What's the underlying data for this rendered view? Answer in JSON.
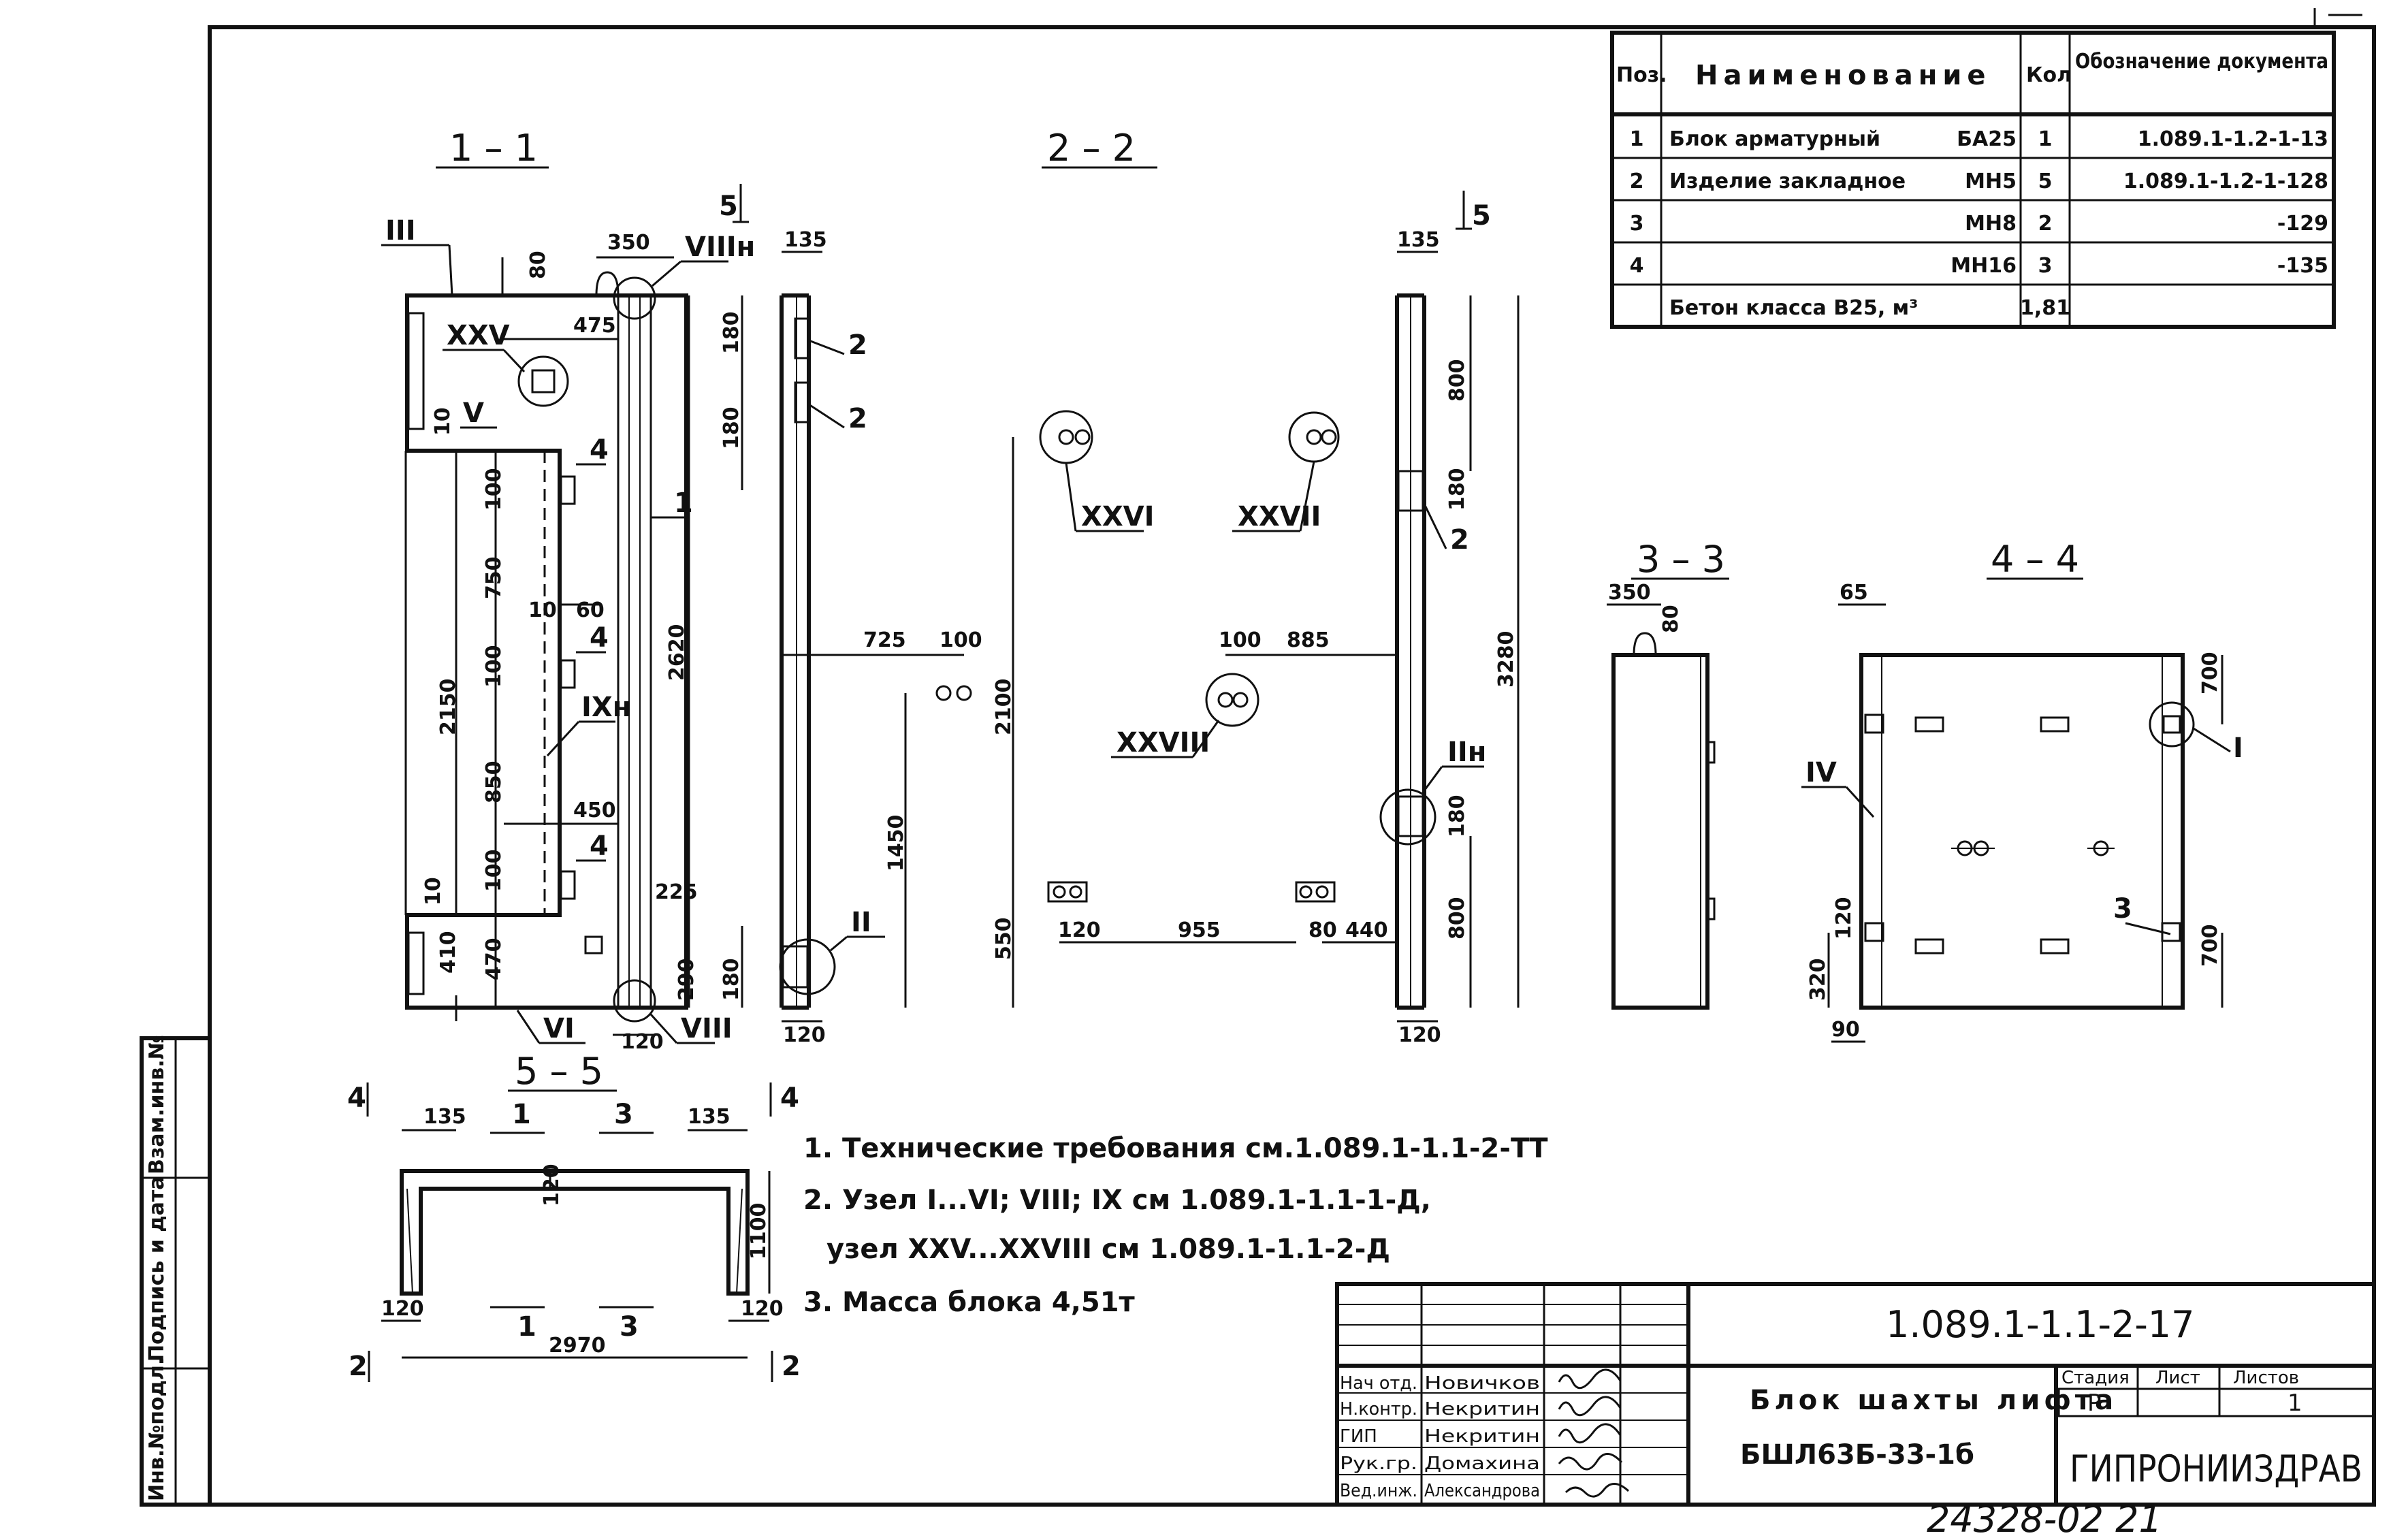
{
  "spec_table": {
    "headers": {
      "pos": "Поз.",
      "name": "Наименование",
      "qty": "Кол",
      "doc": "Обозначение документа"
    },
    "rows": [
      {
        "pos": "1",
        "name": "Блок арматурный",
        "mark": "БА25",
        "qty": "1",
        "doc": "1.089.1-1.2-1-13"
      },
      {
        "pos": "2",
        "name": "Изделие закладное",
        "mark": "МН5",
        "qty": "5",
        "doc": "1.089.1-1.2-1-128"
      },
      {
        "pos": "3",
        "name": "",
        "mark": "МН8",
        "qty": "2",
        "doc": "-129"
      },
      {
        "pos": "4",
        "name": "",
        "mark": "МН16",
        "qty": "3",
        "doc": "-135"
      },
      {
        "pos": "",
        "name": "Бетон класса В25, м³",
        "mark": "",
        "qty": "1,81",
        "doc": ""
      }
    ]
  },
  "views": {
    "s11": "1 – 1",
    "s22": "2 – 2",
    "s33": "3 – 3",
    "s44": "4 – 4",
    "s55": "5 – 5",
    "cut5": "5",
    "cut4": "4",
    "cut2": "2",
    "cut1": "1",
    "cut3": "3"
  },
  "dims": {
    "d350": "350",
    "d80": "80",
    "d475": "475",
    "d10": "10",
    "d100": "100",
    "d750": "750",
    "d60": "60",
    "d2150": "2150",
    "d850": "850",
    "d450": "450",
    "d2620": "2620",
    "d225": "225",
    "d410": "410",
    "d470": "470",
    "d290": "290",
    "d120": "120",
    "d135": "135",
    "d180": "180",
    "d725": "725",
    "d2100": "2100",
    "d1450": "1450",
    "d550": "550",
    "d955": "955",
    "d885": "885",
    "d440": "440",
    "d800": "800",
    "d3280": "3280",
    "d65": "65",
    "d700": "700",
    "d320": "320",
    "d90": "90",
    "d1100": "1100",
    "d2970": "2970"
  },
  "nodes": {
    "n3": "III",
    "n25": "XXV",
    "n5": "V",
    "n8h": "VIIIн",
    "n9h": "IXн",
    "n6": "VI",
    "n8": "VIII",
    "n2": "II",
    "n26": "XXVI",
    "n27": "XXVII",
    "n28": "XXVIII",
    "n2h": "IIн",
    "n4": "IV",
    "n1": "I"
  },
  "pos_labels": {
    "p1": "1",
    "p2": "2",
    "p3": "3",
    "p4": "4"
  },
  "notes": [
    "1. Технические требования см.1.089.1-1.1-2-ТТ",
    "2. Узел I...VI; VIII; IX  см 1.089.1-1.1-1-Д,",
    "узел XXV...XXVIII  см 1.089.1-1.1-2-Д",
    "3. Масса блока 4,51т"
  ],
  "title_block": {
    "code": "1.089.1-1.1-2-17",
    "title_line1": "Блок шахты лифта",
    "title_line2": "БШЛ63Б-33-1б",
    "stage_head": "Стадия",
    "sheet_head": "Лист",
    "sheets_head": "Листов",
    "stage": "Р",
    "sheets": "1",
    "org": "ГИПРОНИИЗДРАВ",
    "roles": [
      {
        "role": "Нач отд.",
        "name": "Новичков"
      },
      {
        "role": "Н.контр.",
        "name": "Некритин"
      },
      {
        "role": "ГИП",
        "name": "Некритин"
      },
      {
        "role": "Рук.гр.",
        "name": "Домахина"
      },
      {
        "role": "Вед.инж.",
        "name": "Александрова"
      }
    ]
  },
  "side_stamp": [
    "Инв.№подл.",
    "Подпись и дата",
    "Взам.инв.№"
  ],
  "archive_no": "24328-02  21"
}
